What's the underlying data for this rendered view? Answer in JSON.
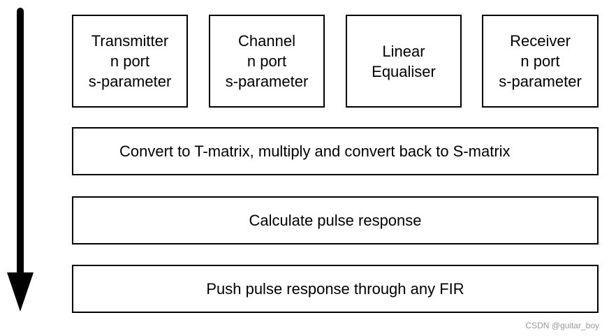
{
  "blocks": {
    "transmitter": {
      "lines": [
        "Transmitter",
        "n port",
        "s-parameter"
      ]
    },
    "channel": {
      "lines": [
        "Channel",
        "n port",
        "s-parameter"
      ]
    },
    "equaliser": {
      "lines": [
        "Linear",
        "Equaliser"
      ]
    },
    "receiver": {
      "lines": [
        "Receiver",
        "n port",
        "s-parameter"
      ]
    }
  },
  "steps": [
    "Convert to T-matrix, multiply and convert back to S-matrix",
    "Calculate pulse response",
    "Push pulse response through any FIR"
  ],
  "watermark": "CSDN @guitar_boy",
  "colors": {
    "stroke": "#000000",
    "background": "#ffffff",
    "watermark": "#9a9a9a"
  }
}
